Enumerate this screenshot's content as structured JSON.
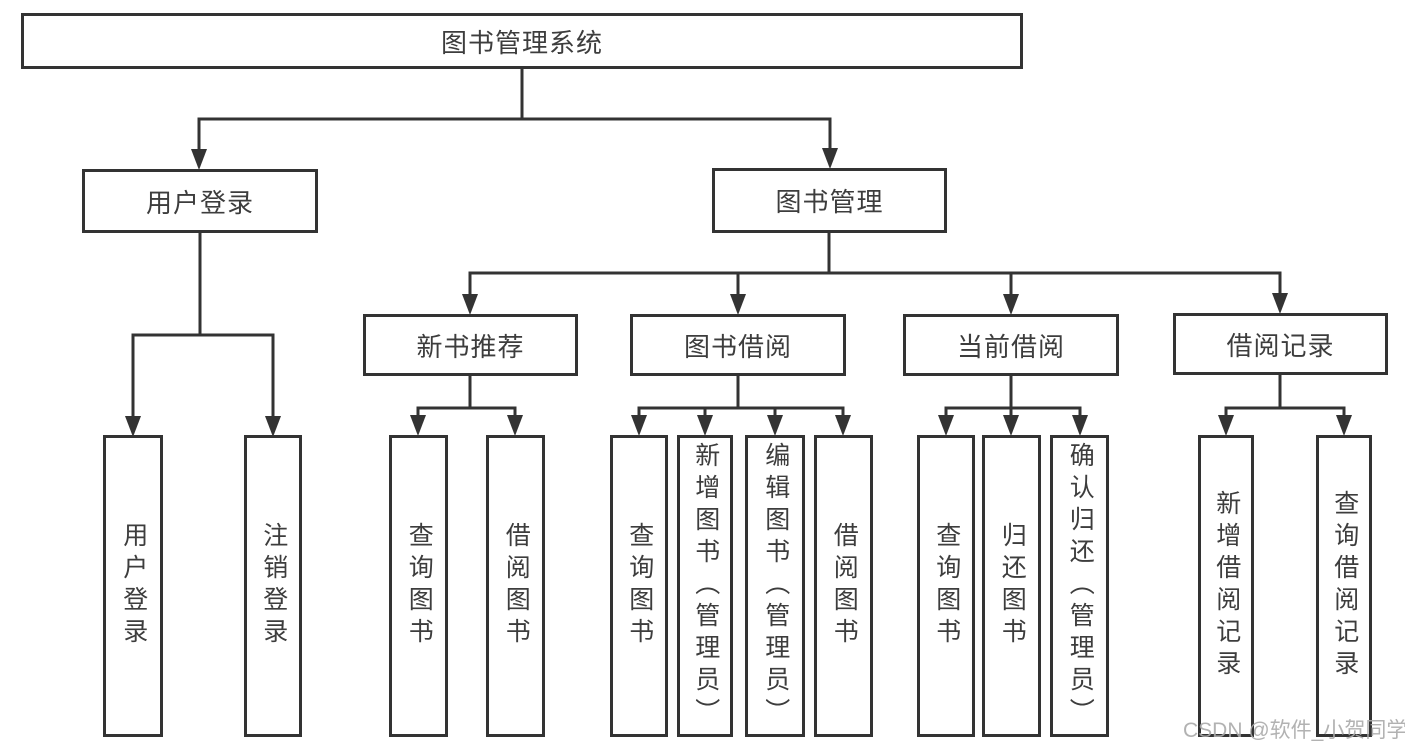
{
  "diagram": {
    "root": {
      "label": "图书管理系统"
    },
    "level2": {
      "user_login": {
        "label": "用户登录"
      },
      "book_management": {
        "label": "图书管理"
      }
    },
    "level3": {
      "new_book_recommend": {
        "label": "新书推荐"
      },
      "book_borrowing": {
        "label": "图书借阅"
      },
      "current_borrowing": {
        "label": "当前借阅"
      },
      "borrowing_records": {
        "label": "借阅记录"
      }
    },
    "leaves": {
      "user_login": [
        "用户登录",
        "注销登录"
      ],
      "new_book_recommend": [
        "查询图书",
        "借阅图书"
      ],
      "book_borrowing": [
        "查询图书",
        "新增图书（管理员）",
        "编辑图书（管理员）",
        "借阅图书"
      ],
      "current_borrowing": [
        "查询图书",
        "归还图书",
        "确认归还（管理员）"
      ],
      "borrowing_records": [
        "新增借阅记录",
        "查询借阅记录"
      ]
    },
    "watermark": {
      "text": "CSDN @软件_小贺同学"
    },
    "colors": {
      "line": "#333333",
      "text": "#3d3d3d",
      "background": "#ffffff",
      "watermark": "#aaaaaa"
    }
  }
}
